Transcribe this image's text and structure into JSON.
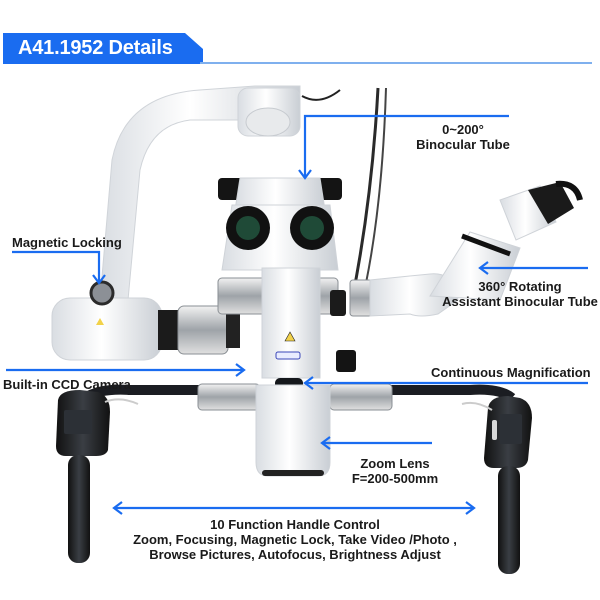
{
  "header": {
    "title": "A41.1952 Details"
  },
  "colors": {
    "accent": "#1a6cf0",
    "header_line": "#7fb0ee",
    "text": "#1a1a1a"
  },
  "callouts": {
    "binocular_tube": {
      "line1": "0~200°",
      "line2": "Binocular Tube"
    },
    "magnetic_locking": {
      "line1": "Magnetic Locking"
    },
    "assistant_tube": {
      "line1": "360°  Rotating",
      "line2": "Assistant Binocular Tube"
    },
    "ccd_camera": {
      "line1": "Built-in CCD Camera"
    },
    "continuous_magnification": {
      "line1": "Continuous Magnification"
    },
    "zoom_lens": {
      "line1": "Zoom Lens",
      "line2": "F=200-500mm"
    },
    "handle_control": {
      "line1": "10 Function Handle Control",
      "line2": "Zoom, Focusing, Magnetic Lock, Take Video /Photo ,",
      "line3": "Browse Pictures, Autofocus, Brightness Adjust"
    }
  },
  "product_image": {
    "description": "surgical-microscope"
  }
}
